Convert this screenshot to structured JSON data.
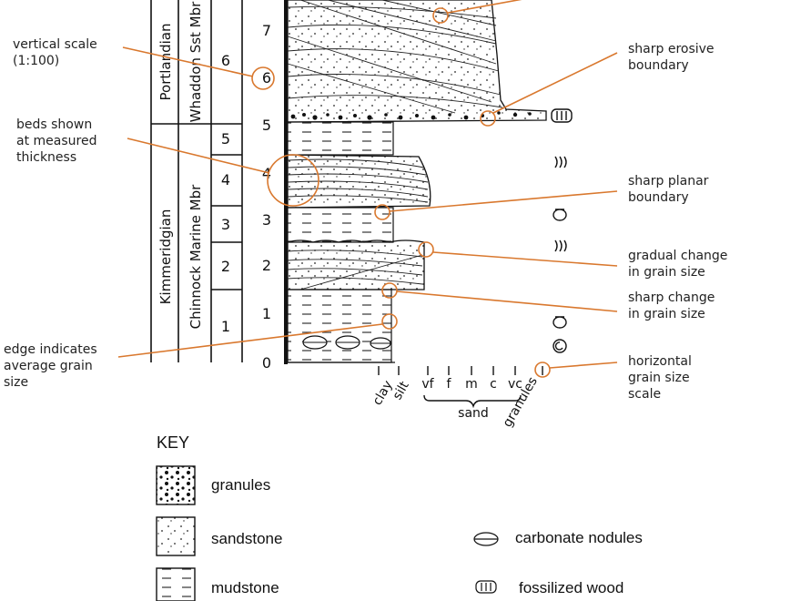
{
  "annotations": {
    "vertical_scale": [
      "vertical scale",
      "(1:100)"
    ],
    "beds_thickness": [
      "beds shown",
      "at measured",
      "thickness"
    ],
    "edge_grain_size": [
      "edge indicates",
      "average grain",
      "size"
    ],
    "sharp_erosive": [
      "sharp erosive",
      "boundary"
    ],
    "sharp_planar": [
      "sharp planar",
      "boundary"
    ],
    "gradual_change": [
      "gradual change",
      "in grain size"
    ],
    "sharp_change": [
      "sharp change",
      "in grain size"
    ],
    "horizontal_scale": [
      "horizontal",
      "grain size",
      "scale"
    ]
  },
  "stratigraphy": {
    "stages": [
      "Portlandian",
      "Kimmeridgian"
    ],
    "members": [
      "Whaddon Sst Mbr",
      "Chinnock Marine Mbr"
    ],
    "beds": [
      "6",
      "5",
      "4",
      "3",
      "2",
      "1"
    ]
  },
  "scale": {
    "ticks": [
      "0",
      "1",
      "2",
      "3",
      "4",
      "5",
      "6",
      "7"
    ]
  },
  "grain_size_axis": {
    "labels": [
      "clay",
      "silt",
      "vf",
      "f",
      "m",
      "c",
      "vc",
      "granules"
    ],
    "sand_label": "sand"
  },
  "key": {
    "title": "KEY",
    "items": [
      "granules",
      "sandstone",
      "mudstone",
      "carbonate nodules",
      "fossilized wood"
    ]
  },
  "colors": {
    "annotation_line": "#d9782e",
    "ink": "#111111"
  }
}
